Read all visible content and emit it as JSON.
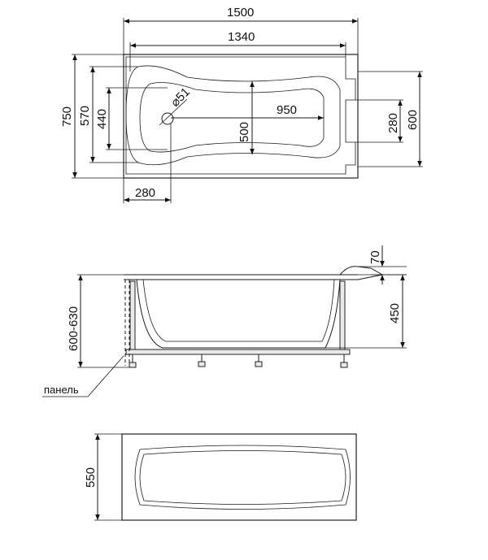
{
  "top_view": {
    "dim_overall_length": "1500",
    "dim_rim_length": "1340",
    "dim_inner_length": "950",
    "dim_overall_width": "750",
    "dim_rim_width": "570",
    "dim_inner_width": "440",
    "dim_depth_mark": "500",
    "dim_drain_offset": "280",
    "dim_headrest_width": "280",
    "dim_headrest_outer": "600",
    "dim_drain_diameter": "⌀51"
  },
  "side_view": {
    "dim_total_height": "600-630",
    "dim_rim_height": "70",
    "dim_inner_depth": "450",
    "panel_label": "панель"
  },
  "bottom_view": {
    "dim_width": "550"
  }
}
